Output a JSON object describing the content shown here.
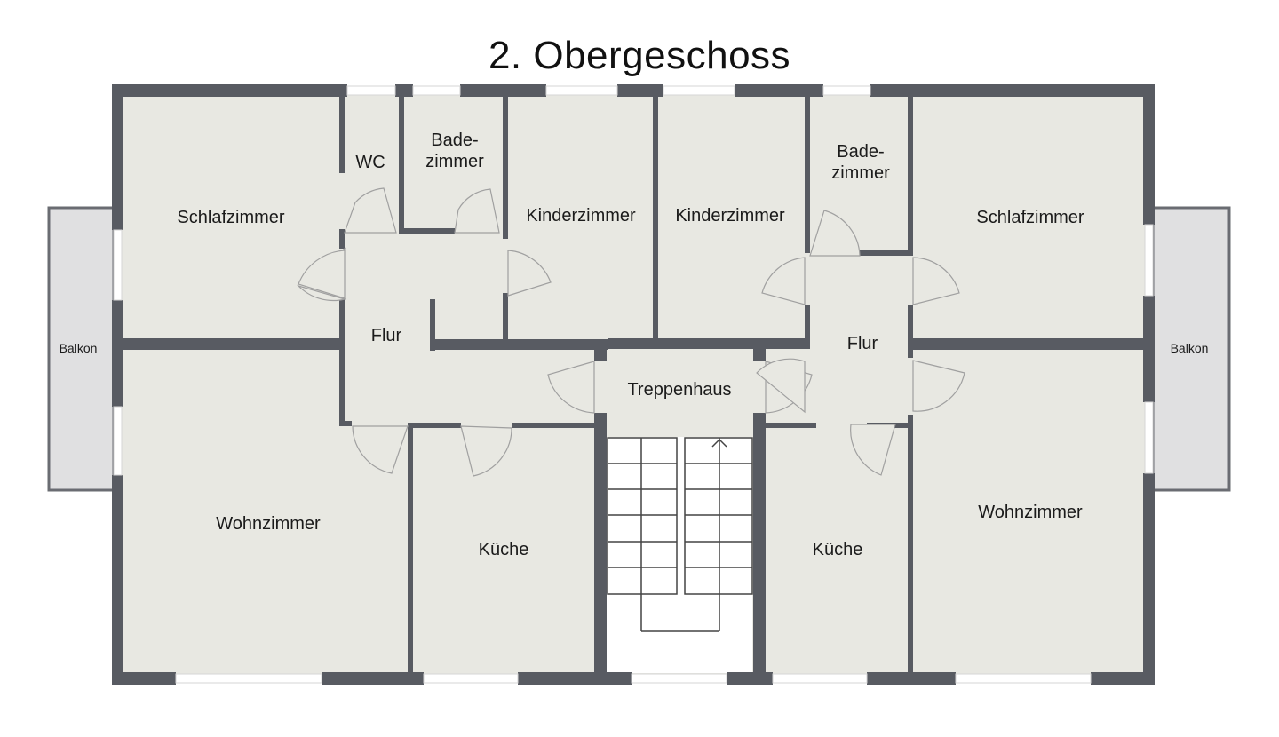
{
  "plan": {
    "title": "2. Obergeschoss",
    "colors": {
      "wall": "#585b62",
      "floor": "#e8e8e2",
      "balcony": "#e0e0e1",
      "stairwell": "#ffffff",
      "door_arc": "#9a9a9a"
    },
    "rooms": {
      "left_schlafzimmer": "Schlafzimmer",
      "left_wc": "WC",
      "left_badezimmer": "Bade-\nzimmer",
      "left_kinderzimmer": "Kinderzimmer",
      "right_kinderzimmer": "Kinderzimmer",
      "right_badezimmer": "Bade-\nzimmer",
      "right_schlafzimmer": "Schlafzimmer",
      "left_flur": "Flur",
      "right_flur": "Flur",
      "treppenhaus": "Treppenhaus",
      "left_wohnzimmer": "Wohnzimmer",
      "left_kueche": "Küche",
      "right_kueche": "Küche",
      "right_wohnzimmer": "Wohnzimmer",
      "left_balkon": "Balkon",
      "right_balkon": "Balkon"
    }
  }
}
